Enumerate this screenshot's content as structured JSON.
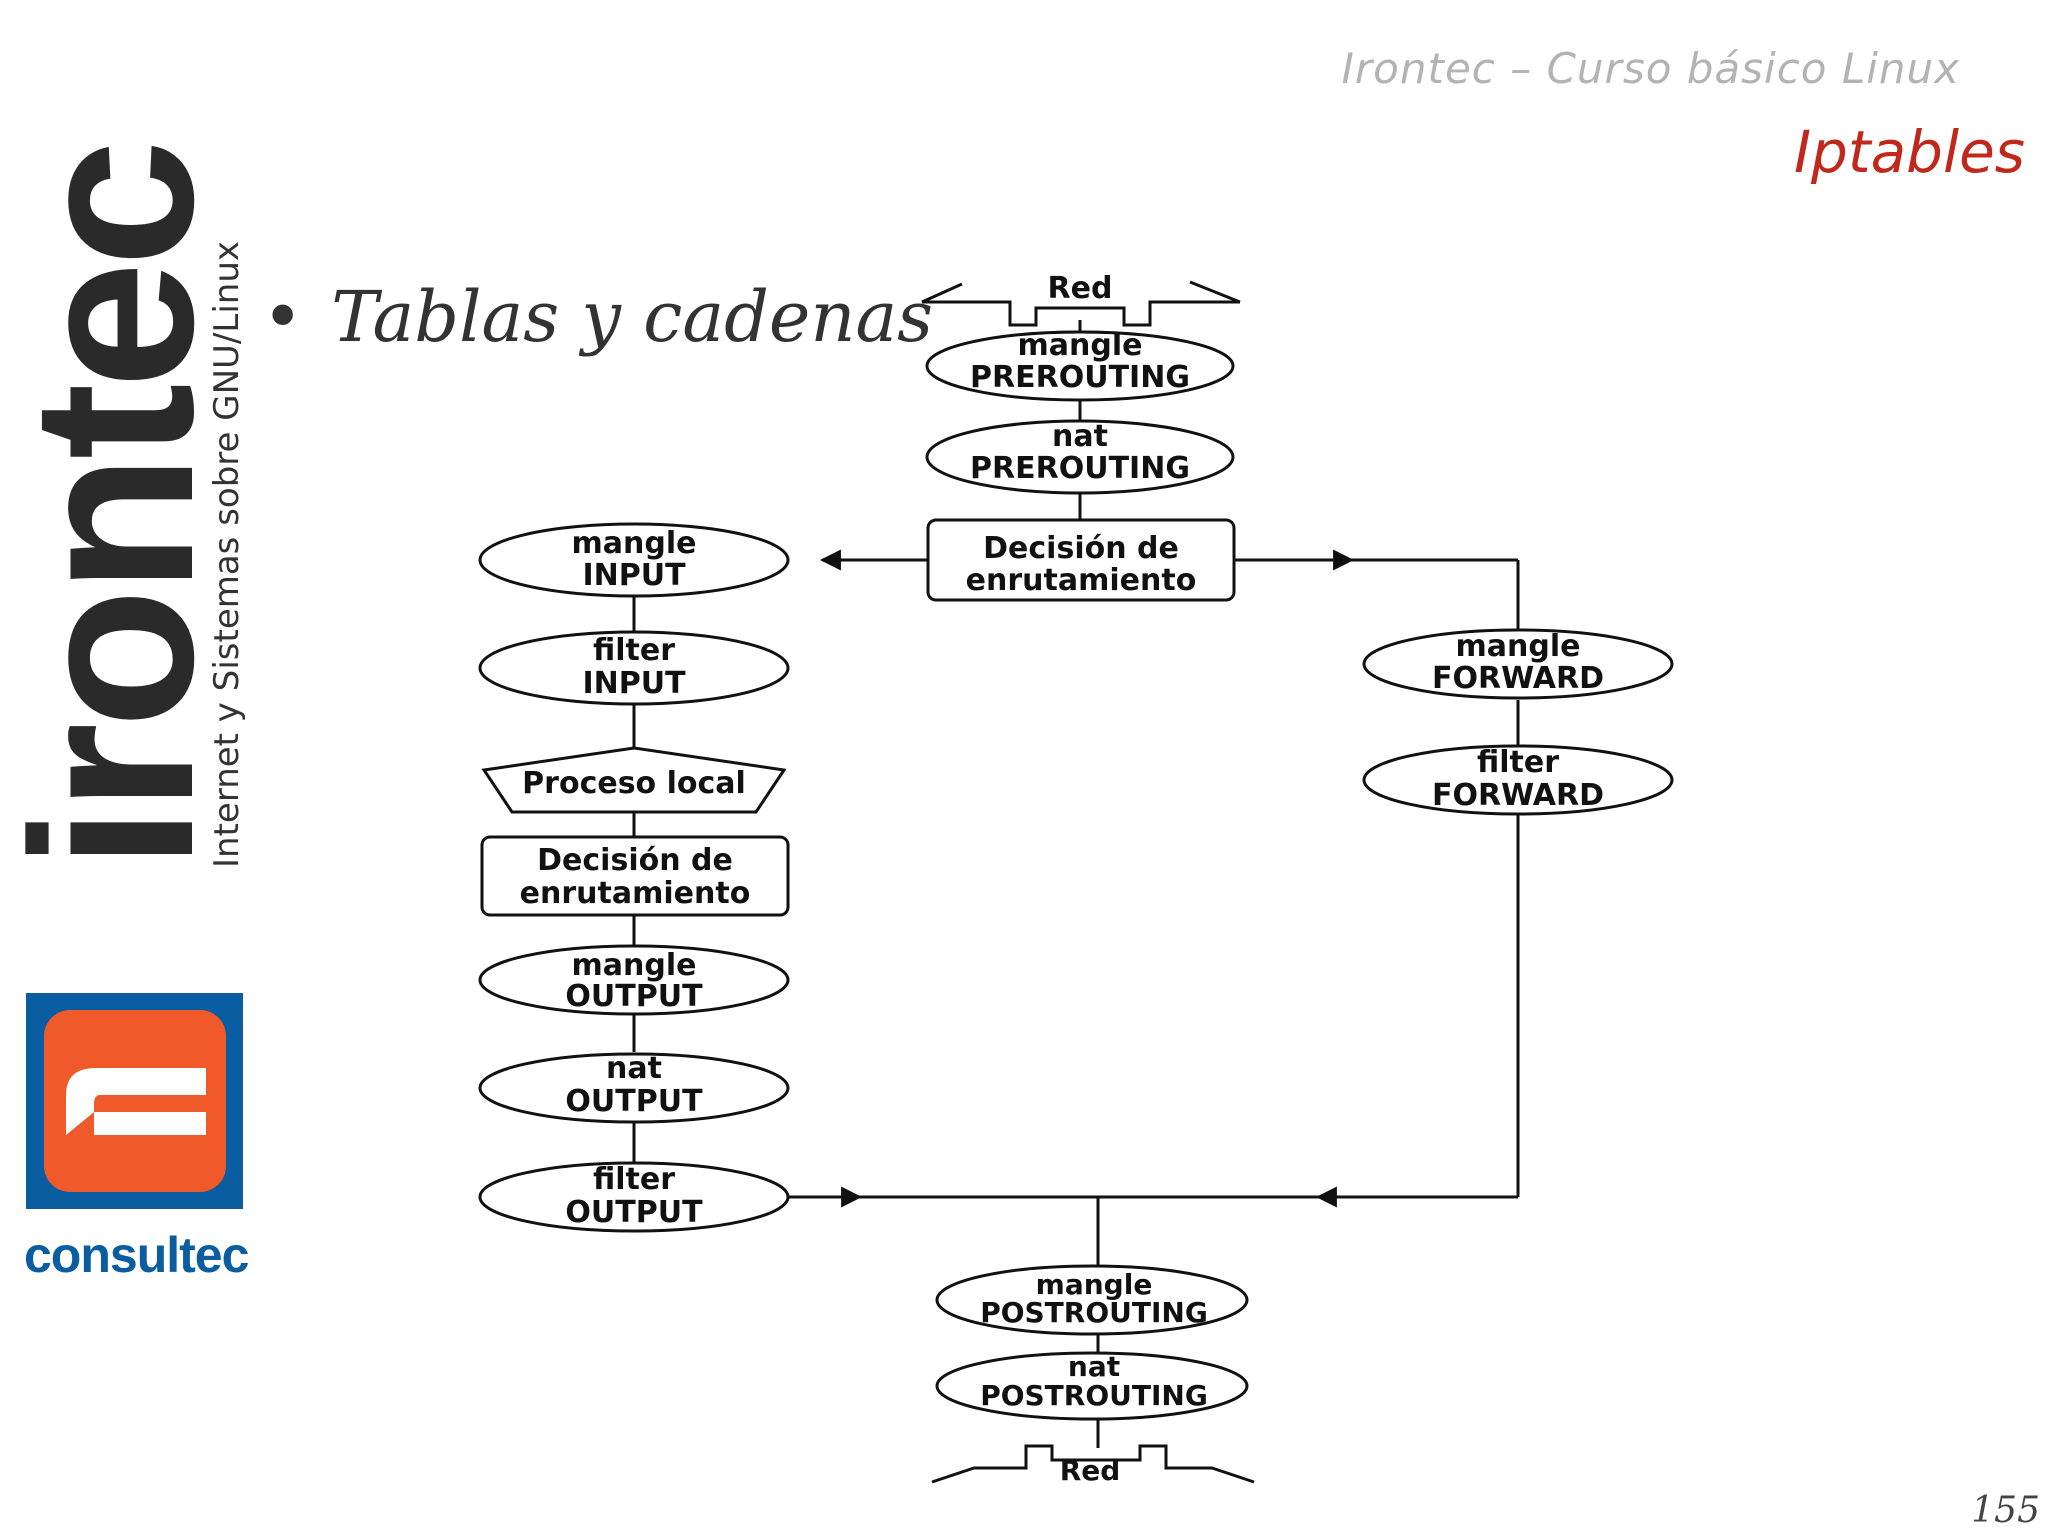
{
  "header": {
    "course": "Irontec – Curso básico Linux",
    "section": "Iptables"
  },
  "sidebar": {
    "logo_word": "irontec",
    "tagline": "Internet y Sistemas sobre GNU/Linux",
    "partner": "consultec",
    "colors": {
      "irontec_red": "#b3202a",
      "irontec_dark": "#2a2a2a",
      "consultec_blue": "#0a5da1",
      "consultec_orange": "#f05a2a"
    }
  },
  "content": {
    "bullet": "Tablas y cadenas"
  },
  "diagram": {
    "net_top": "Red",
    "net_bottom": "Red",
    "mangle_prerouting": [
      "mangle",
      "PREROUTING"
    ],
    "nat_prerouting": [
      "nat",
      "PREROUTING"
    ],
    "routing_top": [
      "Decisión de",
      "enrutamiento"
    ],
    "mangle_input": [
      "mangle",
      "INPUT"
    ],
    "filter_input": [
      "filter",
      "INPUT"
    ],
    "local_process": "Proceso local",
    "routing_local": [
      "Decisión de",
      "enrutamiento"
    ],
    "mangle_output": [
      "mangle",
      "OUTPUT"
    ],
    "nat_output": [
      "nat",
      "OUTPUT"
    ],
    "filter_output": [
      "filter",
      "OUTPUT"
    ],
    "mangle_forward": [
      "mangle",
      "FORWARD"
    ],
    "filter_forward": [
      "filter",
      "FORWARD"
    ],
    "mangle_postrouting": [
      "mangle",
      "POSTROUTING"
    ],
    "nat_postrouting": [
      "nat",
      "POSTROUTING"
    ]
  },
  "footer": {
    "page_number": "155"
  }
}
